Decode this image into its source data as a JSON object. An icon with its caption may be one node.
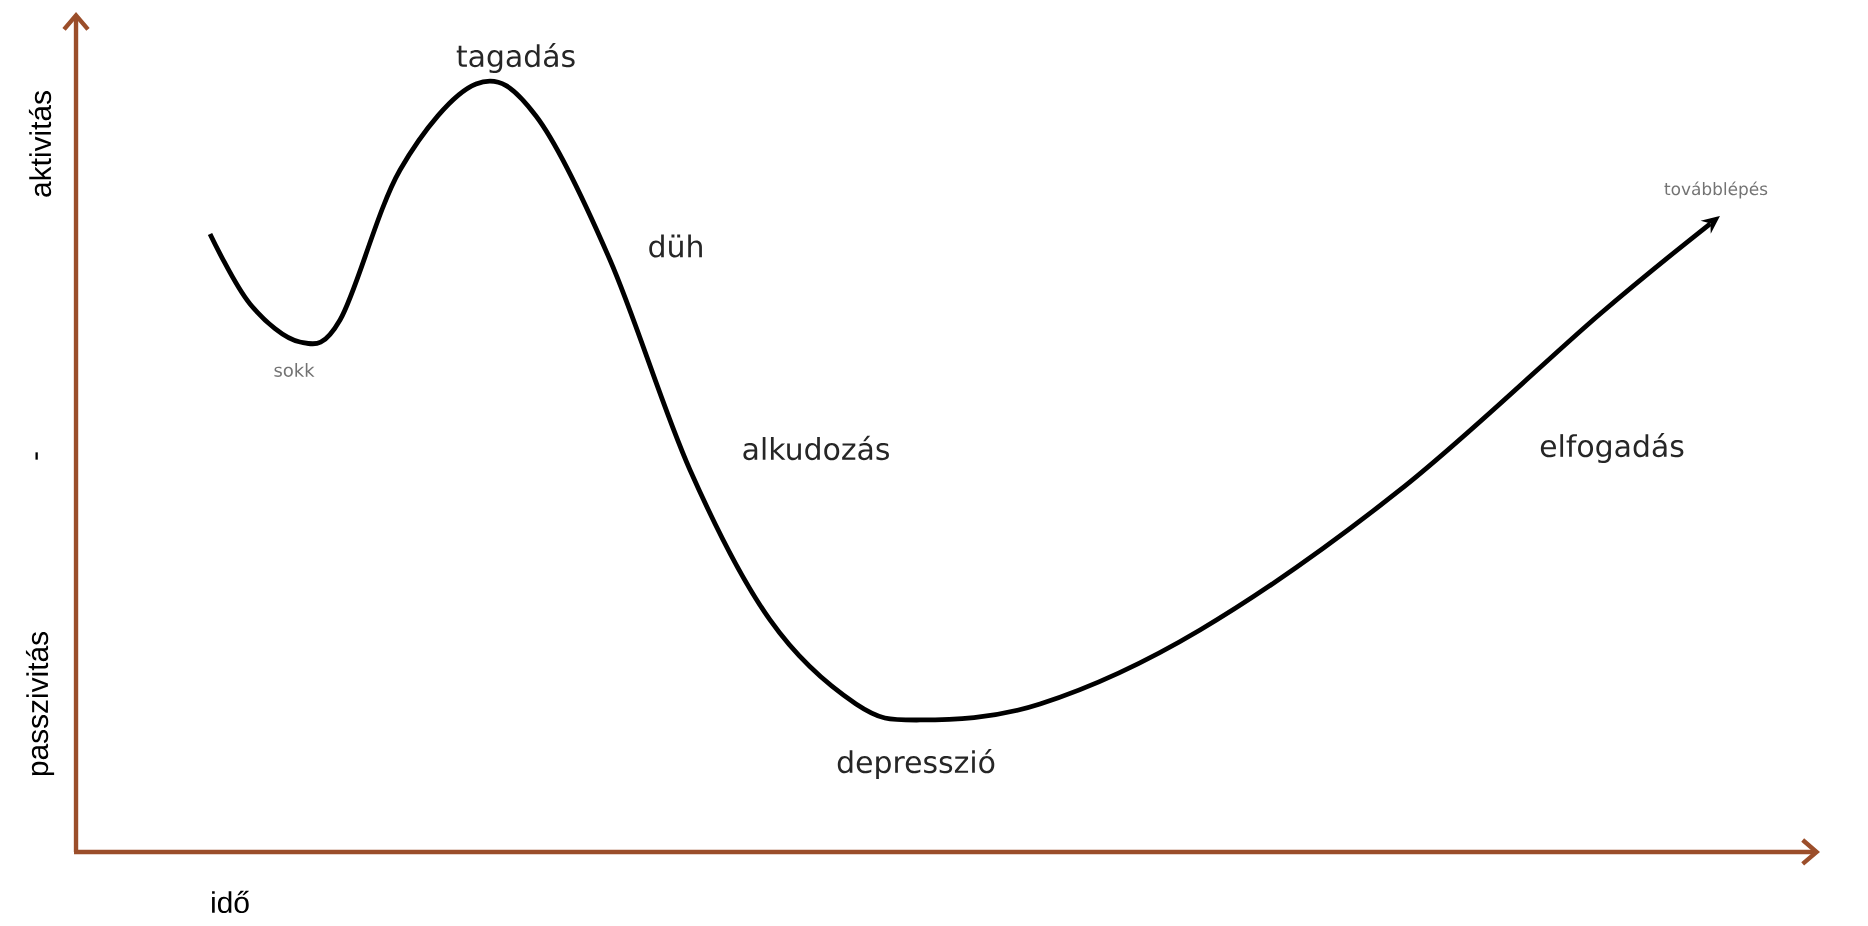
{
  "diagram": {
    "labels": [
      "tagadás",
      "aktivitás",
      "továbblépés",
      "düh",
      "sokk",
      "-",
      "alkudozás",
      "elfogadás",
      "passzivitás",
      "depresszió",
      "idő"
    ]
  }
}
